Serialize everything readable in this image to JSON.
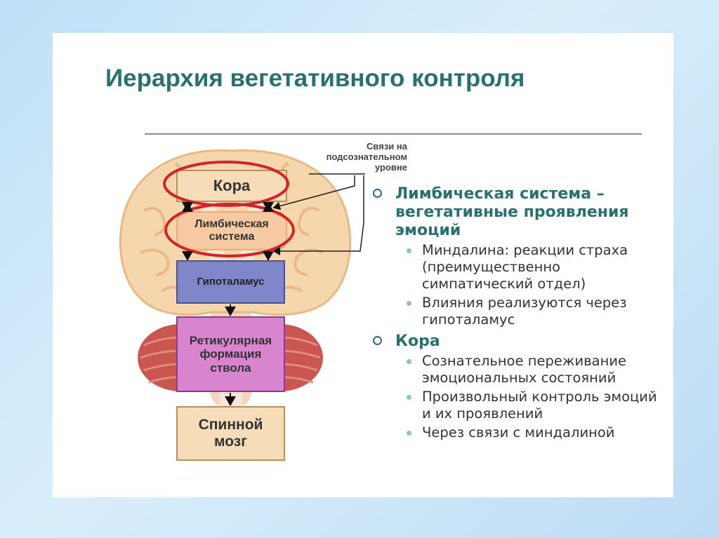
{
  "title": "Иерархия вегетативного контроля",
  "diagram": {
    "note_lines": [
      "Связи на",
      "подсознательном",
      "уровне"
    ],
    "boxes": {
      "kora": "Кора",
      "limbic_1": "Лимбическая",
      "limbic_2": "система",
      "hypothalamus": "Гипоталамус",
      "reticular_1": "Ретикулярная",
      "reticular_2": "формация",
      "reticular_3": "ствола",
      "spinal_1": "Спинной",
      "spinal_2": "мозг"
    }
  },
  "sections": [
    {
      "heading": "Лимбическая система – вегетативные проявления эмоций",
      "items": [
        "Миндалина: реакции страха (преимущественно симпатический отдел)",
        "Влияния реализуются через гипоталамус"
      ]
    },
    {
      "heading": "Кора",
      "items": [
        "Сознательное переживание эмоциональных состояний",
        "Произвольный контроль эмоций и их проявлений",
        "Через связи с миндалиной"
      ]
    }
  ],
  "colors": {
    "title": "#2b7070",
    "highlight_ellipse": "#d2232a",
    "hypothalamus_box": "#7f86c9",
    "reticular_box": "#d884cf",
    "beige_box": "#f6dcb8"
  },
  "icons": [
    "bullet-ring-icon",
    "bullet-dot-icon",
    "arrow-icon"
  ]
}
